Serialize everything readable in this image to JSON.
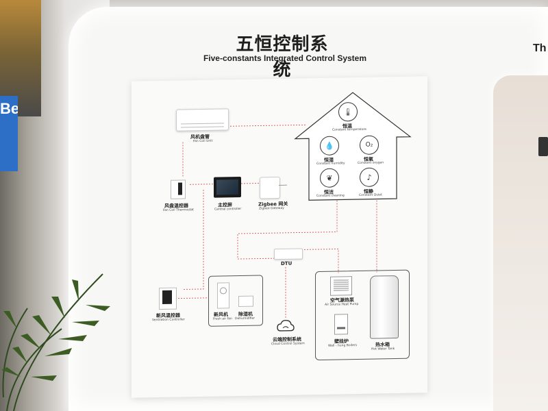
{
  "title_cn": "五恒控制系统",
  "title_en": "Five-constants Integrated Control System",
  "right_edge_text": "Th",
  "left_sign_text": "Be",
  "devices": {
    "fan_coil": {
      "cn": "风机盘管",
      "en": "Fan Coil Unit"
    },
    "fan_coil_thermostat": {
      "cn": "风盘温控器",
      "en": "Fan Coil Thermostat"
    },
    "central_controller": {
      "cn": "主控屏",
      "en": "Central controller"
    },
    "zigbee_gateway": {
      "cn": "Zigbee 网关",
      "en": "Zigbee Gateway"
    },
    "dtu": {
      "cn": "DTU"
    },
    "ventilation_controller": {
      "cn": "新风温控器",
      "en": "Ventilation Controller"
    },
    "fresh_air_fan": {
      "cn": "新风机",
      "en": "Fresh air fan"
    },
    "dehumidifier": {
      "cn": "除湿机",
      "en": "Dehumidifier"
    },
    "cloud_control": {
      "cn": "云端控制系统",
      "en": "Cloud Control System"
    },
    "air_source_heat_pump": {
      "cn": "空气源热泵",
      "en": "Air Source Heat Pump"
    },
    "wall_boiler": {
      "cn": "壁挂炉",
      "en": "Wall - hung Boilers"
    },
    "hot_water_tank": {
      "cn": "热水箱",
      "en": "Hot Water Tank"
    }
  },
  "constants": [
    {
      "cn": "恒温",
      "en": "Constant temperature",
      "icon": "thermometer-icon",
      "glyph": "🌡"
    },
    {
      "cn": "恒湿",
      "en": "Constant humidity",
      "icon": "droplet-icon",
      "glyph": "💧"
    },
    {
      "cn": "恒氧",
      "en": "Constant oxygen",
      "icon": "oxygen-icon",
      "glyph": "O₂"
    },
    {
      "cn": "恒洁",
      "en": "Constant cleaning",
      "icon": "leaf-icon",
      "glyph": "❦"
    },
    {
      "cn": "恒静",
      "en": "Constant Quiet",
      "icon": "quiet-icon",
      "glyph": "♪"
    }
  ],
  "colors": {
    "connector": "#d9534f",
    "screen": "#1a1a1a"
  }
}
